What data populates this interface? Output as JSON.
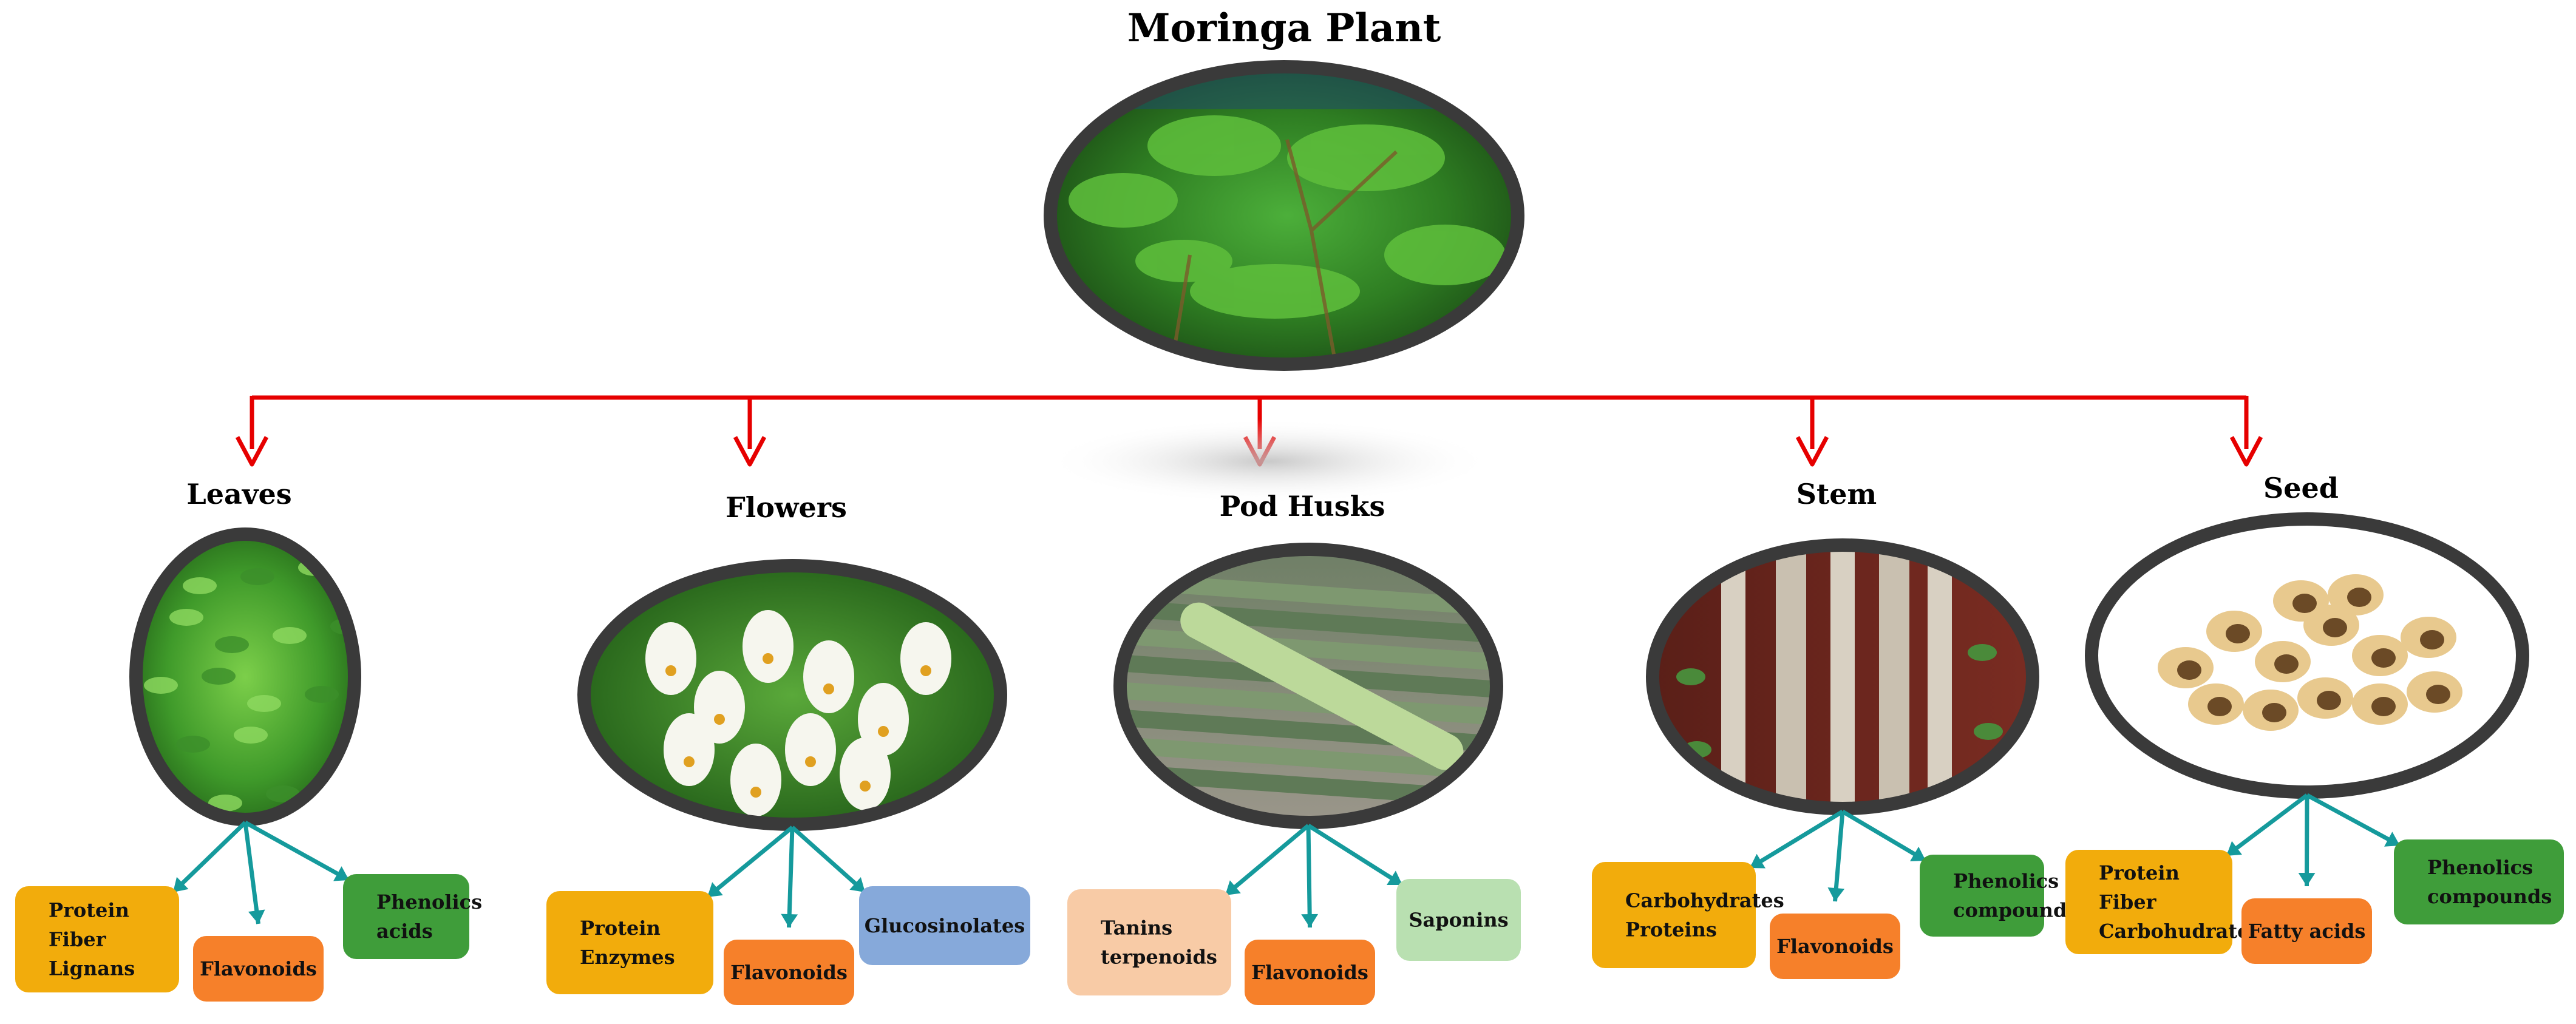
{
  "diagram": {
    "title": "Moringa Plant",
    "colors": {
      "connector": "#e60000",
      "teal_arrow": "#159a9c",
      "ellipse_border": "#3a3a3a",
      "protein_box": "#f2ac0c",
      "flavonoid_box": "#f6802a",
      "phenolics_box": "#3f9d3a",
      "glucosinolates_box": "#86a9da",
      "saponins_box": "#b9e0b1",
      "tanins_box": "#f8cba6"
    },
    "parts": [
      {
        "name": "Leaves",
        "photo_icon": "leaves-photo-icon",
        "compounds": [
          {
            "lines": [
              "Protein",
              "Fiber",
              "Lignans"
            ],
            "color": "#f2ac0c"
          },
          {
            "lines": [
              "Flavonoids"
            ],
            "color": "#f6802a"
          },
          {
            "lines": [
              "Phenolics",
              "acids"
            ],
            "color": "#3f9d3a"
          }
        ]
      },
      {
        "name": "Flowers",
        "photo_icon": "flowers-photo-icon",
        "compounds": [
          {
            "lines": [
              "Protein",
              "Enzymes"
            ],
            "color": "#f2ac0c"
          },
          {
            "lines": [
              "Flavonoids"
            ],
            "color": "#f6802a"
          },
          {
            "lines": [
              "Glucosinolates"
            ],
            "color": "#86a9da"
          }
        ]
      },
      {
        "name": "Pod Husks",
        "photo_icon": "pod-husks-photo-icon",
        "compounds": [
          {
            "lines": [
              "Tanins",
              "terpenoids"
            ],
            "color": "#f8cba6"
          },
          {
            "lines": [
              "Flavonoids"
            ],
            "color": "#f6802a"
          },
          {
            "lines": [
              "Saponins"
            ],
            "color": "#b9e0b1"
          }
        ]
      },
      {
        "name": "Stem",
        "photo_icon": "stem-photo-icon",
        "compounds": [
          {
            "lines": [
              "Carbohydrates",
              "Proteins"
            ],
            "color": "#f2ac0c"
          },
          {
            "lines": [
              "Flavonoids"
            ],
            "color": "#f6802a"
          },
          {
            "lines": [
              "Phenolics",
              "compounds"
            ],
            "color": "#3f9d3a"
          }
        ]
      },
      {
        "name": "Seed",
        "photo_icon": "seed-photo-icon",
        "compounds": [
          {
            "lines": [
              "Protein",
              "Fiber",
              "Carbohudrates"
            ],
            "color": "#f2ac0c"
          },
          {
            "lines": [
              "Fatty acids"
            ],
            "color": "#f6802a"
          },
          {
            "lines": [
              "Phenolics",
              "compounds"
            ],
            "color": "#3f9d3a"
          }
        ]
      }
    ]
  }
}
